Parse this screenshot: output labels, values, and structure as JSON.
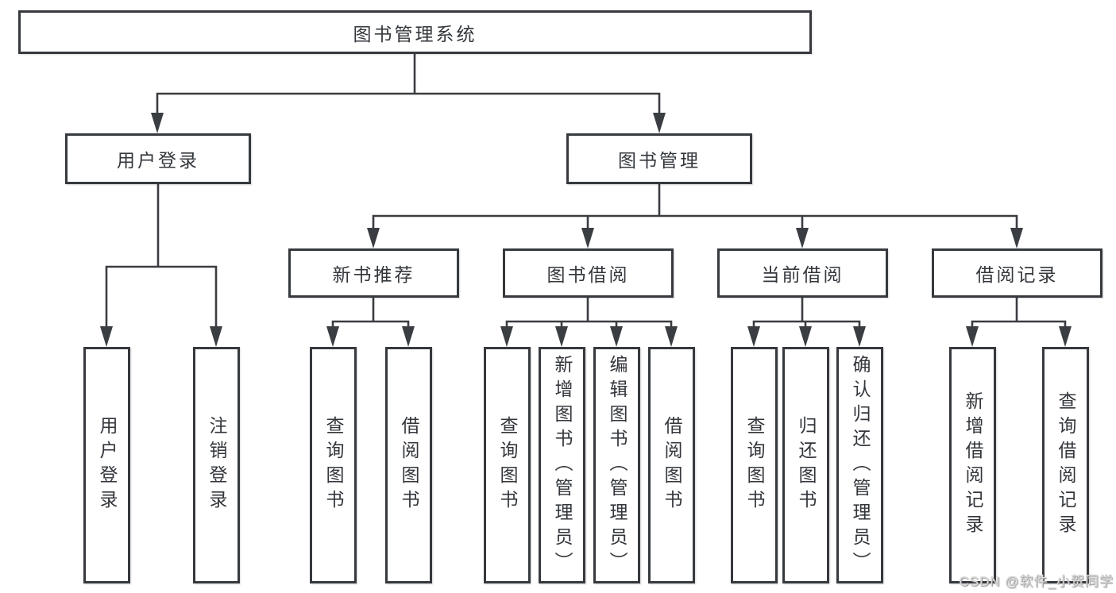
{
  "tree": {
    "label": "图书管理系统",
    "children": [
      {
        "label": "用户登录",
        "children": [
          {
            "label": "用户登录"
          },
          {
            "label": "注销登录"
          }
        ]
      },
      {
        "label": "图书管理",
        "children": [
          {
            "label": "新书推荐",
            "children": [
              {
                "label": "查询图书"
              },
              {
                "label": "借阅图书"
              }
            ]
          },
          {
            "label": "图书借阅",
            "children": [
              {
                "label": "查询图书"
              },
              {
                "label": "新增图书（管理员）"
              },
              {
                "label": "编辑图书（管理员）"
              },
              {
                "label": "借阅图书"
              }
            ]
          },
          {
            "label": "当前借阅",
            "children": [
              {
                "label": "查询图书"
              },
              {
                "label": "归还图书"
              },
              {
                "label": "确认归还（管理员）"
              }
            ]
          },
          {
            "label": "借阅记录",
            "children": [
              {
                "label": "新增借阅记录"
              },
              {
                "label": "查询借阅记录"
              }
            ]
          }
        ]
      }
    ]
  },
  "watermark": {
    "text": "CSDN @软件_小贺同学"
  },
  "colors": {
    "line": "#3a3d41",
    "box_border": "#36393d",
    "text": "#33373c",
    "watermark_text": "#d8d8d8",
    "background": "#ffffff"
  }
}
